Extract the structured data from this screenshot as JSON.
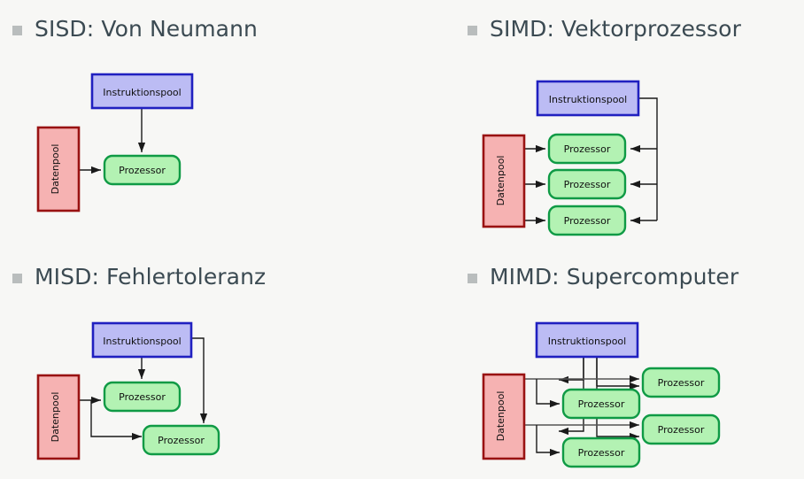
{
  "slide": {
    "background_color": "#f7f7f5",
    "heading_color": "#3b4a52",
    "bullet_color": "#b9bdbd"
  },
  "palette": {
    "instruction_fill": "#bcbcf4",
    "instruction_stroke": "#2020c0",
    "data_fill": "#f6b2b2",
    "data_stroke": "#991212",
    "processor_fill": "#b3f2b3",
    "processor_stroke": "#0f9a45",
    "arrow_color": "#1a1a1a",
    "text_color": "#101010"
  },
  "labels": {
    "instruction_pool": "Instruktionspool",
    "data_pool": "Datenpool",
    "processor": "Prozessor"
  },
  "quadrants": [
    {
      "id": "sisd",
      "bullet": "bullet-square",
      "title": "SISD: Von Neumann",
      "instruction_pools": 1,
      "data_pools": 1,
      "processors": 1
    },
    {
      "id": "simd",
      "bullet": "bullet-square",
      "title": "SIMD: Vektorprozessor",
      "instruction_pools": 1,
      "data_pools": 1,
      "processors": 3
    },
    {
      "id": "misd",
      "bullet": "bullet-square",
      "title": "MISD: Fehlertoleranz",
      "instruction_pools": 1,
      "data_pools": 1,
      "processors": 2
    },
    {
      "id": "mimd",
      "bullet": "bullet-square",
      "title": "MIMD: Supercomputer",
      "instruction_pools": 1,
      "data_pools": 1,
      "processors": 4
    }
  ]
}
